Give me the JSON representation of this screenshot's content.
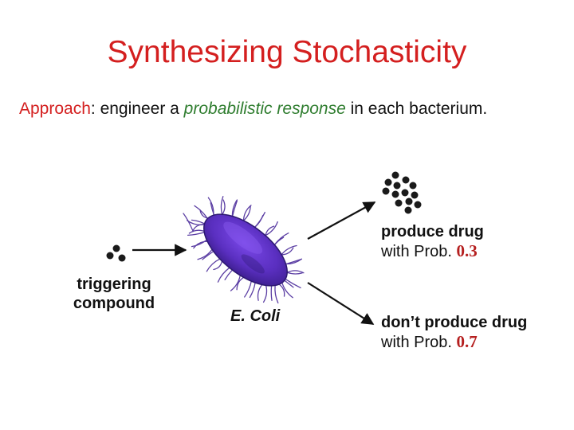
{
  "slide": {
    "title": "Synthesizing Stochasticity",
    "approach": {
      "label": "Approach",
      "text_before": ": engineer a ",
      "emphasis": "probabilistic response",
      "text_after": " in each bacterium."
    }
  },
  "diagram": {
    "trigger_label": "triggering compound",
    "trigger_line1": "triggering",
    "trigger_line2": "compound",
    "organism_label": "E. Coli",
    "outcome_produce": {
      "text": "produce drug",
      "prob_prefix": "with Prob.",
      "prob_value": "0.3"
    },
    "outcome_no_produce": {
      "text": "don’t produce drug",
      "prob_prefix": "with Prob.",
      "prob_value": "0.7"
    }
  },
  "colors": {
    "title": "#d41f1f",
    "emphasis": "#2f7d2f",
    "probability": "#b51f1f",
    "bacterium": "#5a2fc0",
    "dots": "#1a1a1a"
  },
  "icons": [
    "molecule-cluster-icon",
    "drug-molecules-icon",
    "bacterium-illustration"
  ]
}
